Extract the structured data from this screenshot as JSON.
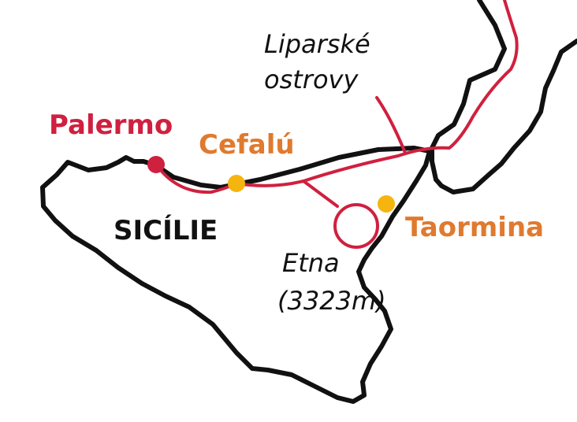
{
  "labels": {
    "palermo": "Palermo",
    "cefalu": "Cefalú",
    "taormina": "Taormina",
    "island": "SICÍLIE",
    "lipari_line1": "Liparské",
    "lipari_line2": "ostrovy",
    "etna_line1": "Etna",
    "etna_line2": "(3323m)"
  },
  "colors": {
    "route": "#d0203f",
    "city_dot_red": "#d0203f",
    "city_dot_yellow": "#f6b40e",
    "label_red": "#d0203f",
    "label_orange": "#e07a2e",
    "coast": "#111111",
    "text_dark": "#111111"
  }
}
